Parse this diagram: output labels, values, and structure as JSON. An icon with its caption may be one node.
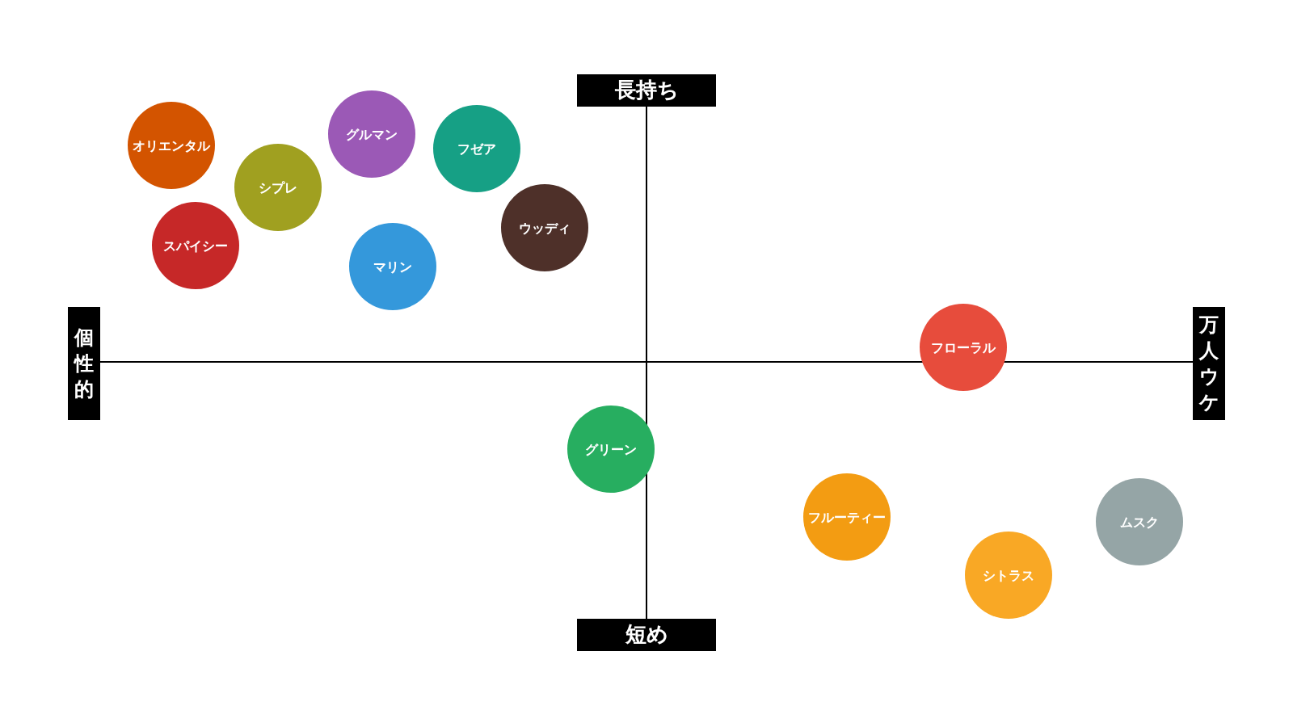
{
  "diagram": {
    "nodes": [
      {
        "text": [
          "長持ち"
        ]
      },
      {
        "text": [
          "個性的"
        ]
      },
      {
        "text": [
          "万人ウケ"
        ]
      },
      {
        "text": [
          "短め"
        ]
      },
      {
        "text": [
          "オリエンタル"
        ]
      },
      {
        "text": [
          "グルマン"
        ]
      },
      {
        "text": [
          "フゼア"
        ]
      },
      {
        "text": [
          "シプレ"
        ]
      },
      {
        "text": [
          "ウッディ"
        ]
      },
      {
        "text": [
          "スパイシー"
        ]
      },
      {
        "text": [
          "マリン"
        ]
      },
      {
        "text": [
          "フローラル"
        ]
      },
      {
        "text": [
          "グリーン"
        ]
      },
      {
        "text": [
          "フルーティー"
        ]
      },
      {
        "text": [
          "ムスク"
        ]
      },
      {
        "text": [
          "シトラス"
        ]
      }
    ]
  }
}
